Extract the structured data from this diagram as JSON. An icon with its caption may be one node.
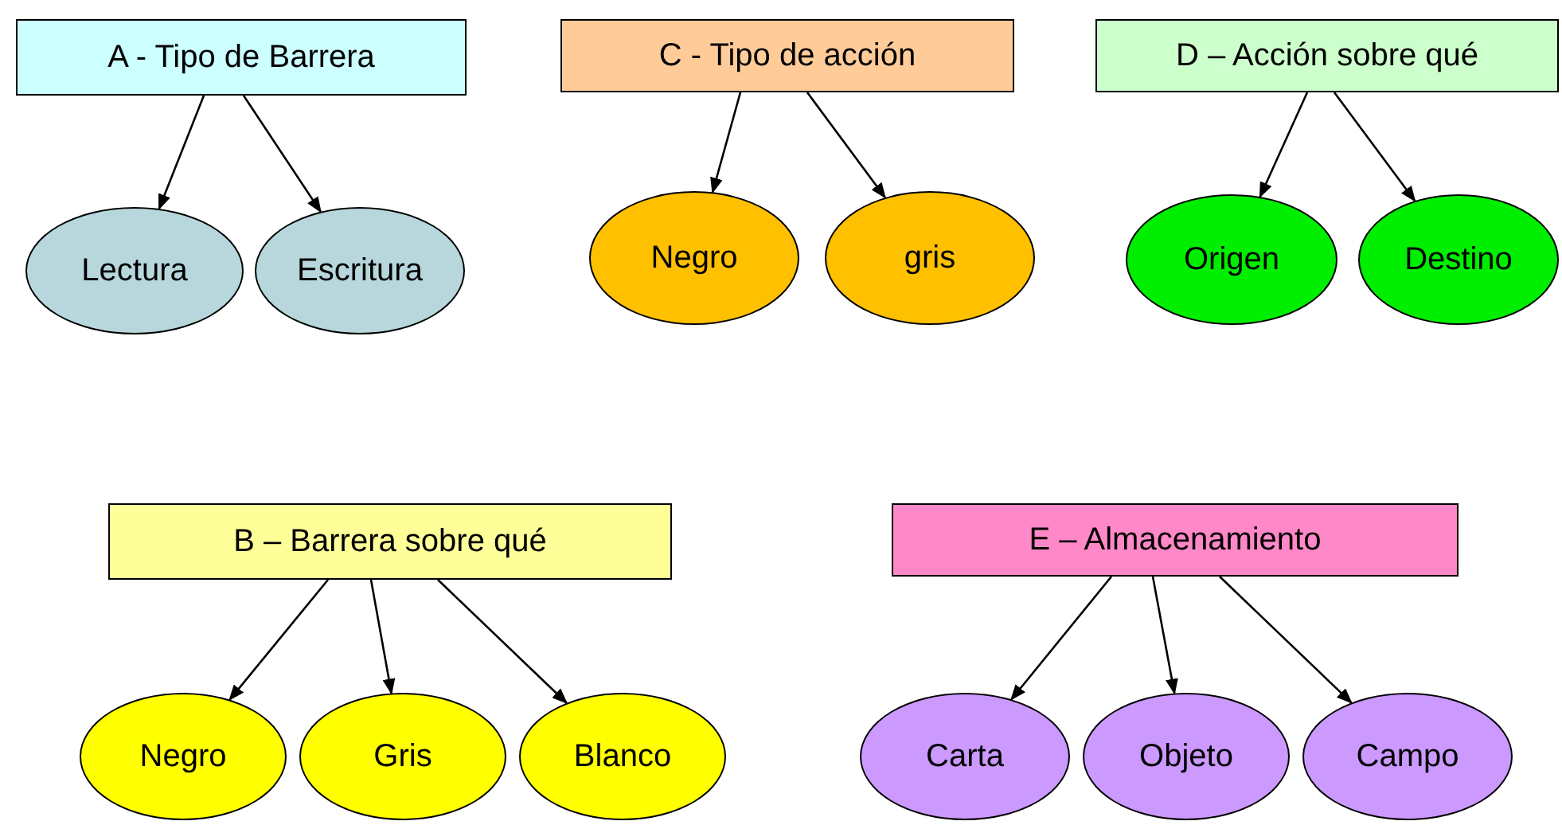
{
  "diagram": {
    "nodes": [
      {
        "text": [
          "A - Tipo de Barrera"
        ]
      },
      {
        "text": [
          "Lectura"
        ]
      },
      {
        "text": [
          "Escritura"
        ]
      },
      {
        "text": [
          "C - Tipo de acción"
        ]
      },
      {
        "text": [
          "Negro"
        ]
      },
      {
        "text": [
          "gris"
        ]
      },
      {
        "text": [
          "D – Acción sobre qué"
        ]
      },
      {
        "text": [
          "Origen"
        ]
      },
      {
        "text": [
          "Destino"
        ]
      },
      {
        "text": [
          "B – Barrera sobre qué"
        ]
      },
      {
        "text": [
          "Negro"
        ]
      },
      {
        "text": [
          "Gris"
        ]
      },
      {
        "text": [
          "Blanco"
        ]
      },
      {
        "text": [
          "E – Almacenamiento"
        ]
      },
      {
        "text": [
          "Carta"
        ]
      },
      {
        "text": [
          "Objeto"
        ]
      },
      {
        "text": [
          "Campo"
        ]
      }
    ],
    "edges": [
      {
        "from": 0,
        "to": 1,
        "arrow": "to"
      },
      {
        "from": 0,
        "to": 2,
        "arrow": "to"
      },
      {
        "from": 3,
        "to": 4,
        "arrow": "to"
      },
      {
        "from": 3,
        "to": 5,
        "arrow": "to"
      },
      {
        "from": 6,
        "to": 7,
        "arrow": "to"
      },
      {
        "from": 6,
        "to": 8,
        "arrow": "to"
      },
      {
        "from": 9,
        "to": 10,
        "arrow": "to"
      },
      {
        "from": 9,
        "to": 11,
        "arrow": "to"
      },
      {
        "from": 9,
        "to": 12,
        "arrow": "to"
      },
      {
        "from": 13,
        "to": 14,
        "arrow": "to"
      },
      {
        "from": 13,
        "to": 15,
        "arrow": "to"
      },
      {
        "from": 13,
        "to": 16,
        "arrow": "to"
      }
    ]
  }
}
